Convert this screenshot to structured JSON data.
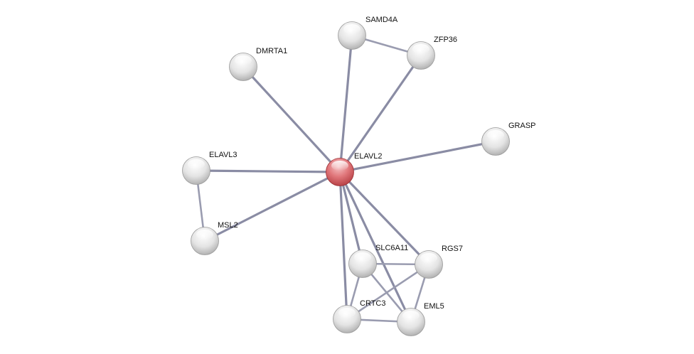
{
  "network": {
    "query_node": "ELAVL2",
    "nodes": [
      "ELAVL2",
      "SAMD4A",
      "ZFP36",
      "DMRTA1",
      "GRASP",
      "ELAVL3",
      "MSL2",
      "SLC6A11",
      "RGS7",
      "CRTC3",
      "EML5"
    ],
    "edges": [
      [
        "ELAVL2",
        "SAMD4A"
      ],
      [
        "ELAVL2",
        "ZFP36"
      ],
      [
        "ELAVL2",
        "DMRTA1"
      ],
      [
        "ELAVL2",
        "GRASP"
      ],
      [
        "ELAVL2",
        "ELAVL3"
      ],
      [
        "ELAVL2",
        "MSL2"
      ],
      [
        "ELAVL2",
        "SLC6A11"
      ],
      [
        "ELAVL2",
        "RGS7"
      ],
      [
        "ELAVL2",
        "CRTC3"
      ],
      [
        "ELAVL2",
        "EML5"
      ],
      [
        "SAMD4A",
        "ZFP36"
      ],
      [
        "ELAVL3",
        "MSL2"
      ],
      [
        "SLC6A11",
        "RGS7"
      ],
      [
        "SLC6A11",
        "CRTC3"
      ],
      [
        "SLC6A11",
        "EML5"
      ],
      [
        "RGS7",
        "CRTC3"
      ],
      [
        "RGS7",
        "EML5"
      ],
      [
        "CRTC3",
        "EML5"
      ]
    ],
    "colors": {
      "query": "#d9575c",
      "other": "#d8d8d8",
      "edge": "#9a9cb0"
    }
  }
}
